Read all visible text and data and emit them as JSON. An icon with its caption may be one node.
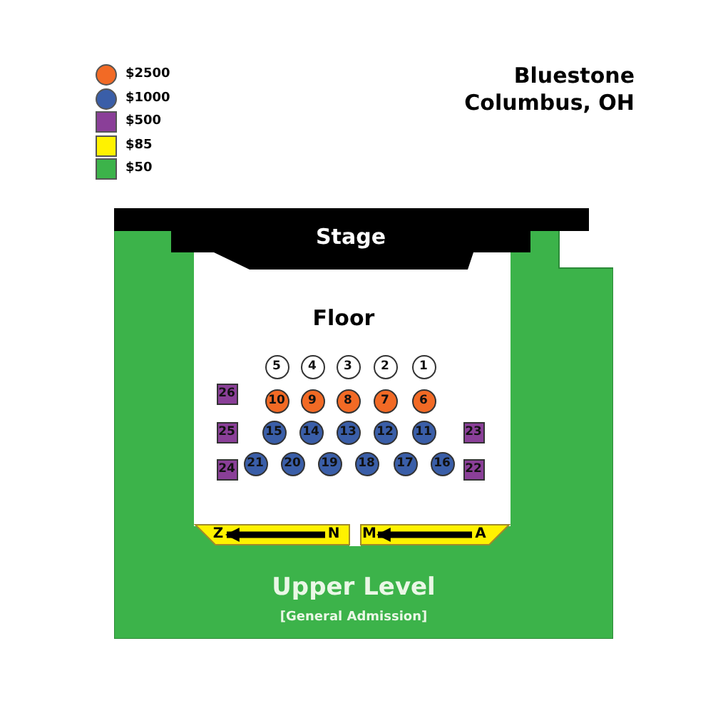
{
  "diagram": {
    "title": "Bluestone Columbus, OH",
    "nodes": [
      {
        "text": [
          "Upper Level",
          "[General Admission]"
        ]
      },
      {
        "text": [
          "Stage"
        ]
      },
      {
        "text": [
          "Floor"
        ],
        "in": 0
      },
      {
        "text": [
          "5"
        ],
        "in": 2
      },
      {
        "text": [
          "4"
        ],
        "in": 2
      },
      {
        "text": [
          "3"
        ],
        "in": 2
      },
      {
        "text": [
          "2"
        ],
        "in": 2
      },
      {
        "text": [
          "1"
        ],
        "in": 2
      },
      {
        "text": [
          "26"
        ],
        "in": 2
      },
      {
        "text": [
          "10"
        ],
        "in": 2
      },
      {
        "text": [
          "9"
        ],
        "in": 2
      },
      {
        "text": [
          "8"
        ],
        "in": 2
      },
      {
        "text": [
          "7"
        ],
        "in": 2
      },
      {
        "text": [
          "6"
        ],
        "in": 2
      },
      {
        "text": [
          "25"
        ],
        "in": 2
      },
      {
        "text": [
          "15"
        ],
        "in": 2
      },
      {
        "text": [
          "14"
        ],
        "in": 2
      },
      {
        "text": [
          "13"
        ],
        "in": 2
      },
      {
        "text": [
          "12"
        ],
        "in": 2
      },
      {
        "text": [
          "11"
        ],
        "in": 2
      },
      {
        "text": [
          "23"
        ],
        "in": 2
      },
      {
        "text": [
          "24"
        ],
        "in": 2
      },
      {
        "text": [
          "21"
        ],
        "in": 2
      },
      {
        "text": [
          "20"
        ],
        "in": 2
      },
      {
        "text": [
          "19"
        ],
        "in": 2
      },
      {
        "text": [
          "18"
        ],
        "in": 2
      },
      {
        "text": [
          "17"
        ],
        "in": 2
      },
      {
        "text": [
          "16"
        ],
        "in": 2
      },
      {
        "text": [
          "22"
        ],
        "in": 2
      },
      {
        "text": [
          "Z"
        ],
        "in": 0
      },
      {
        "text": [
          "N"
        ],
        "in": 0
      },
      {
        "text": [
          "M"
        ],
        "in": 0
      },
      {
        "text": [
          "A"
        ],
        "in": 0
      }
    ],
    "edges": [
      {
        "from": 30,
        "to": 29,
        "arrow": "to"
      },
      {
        "from": 32,
        "to": 31,
        "arrow": "to"
      }
    ],
    "legend": [
      {
        "text": "$2500",
        "color": "#f26a25"
      },
      {
        "text": "$1000",
        "color": "#3a5ea8"
      },
      {
        "text": "$500",
        "color": "#8a3f98"
      },
      {
        "text": "$85",
        "color": "#fff200"
      },
      {
        "text": "$50",
        "color": "#3cb34a"
      }
    ]
  }
}
